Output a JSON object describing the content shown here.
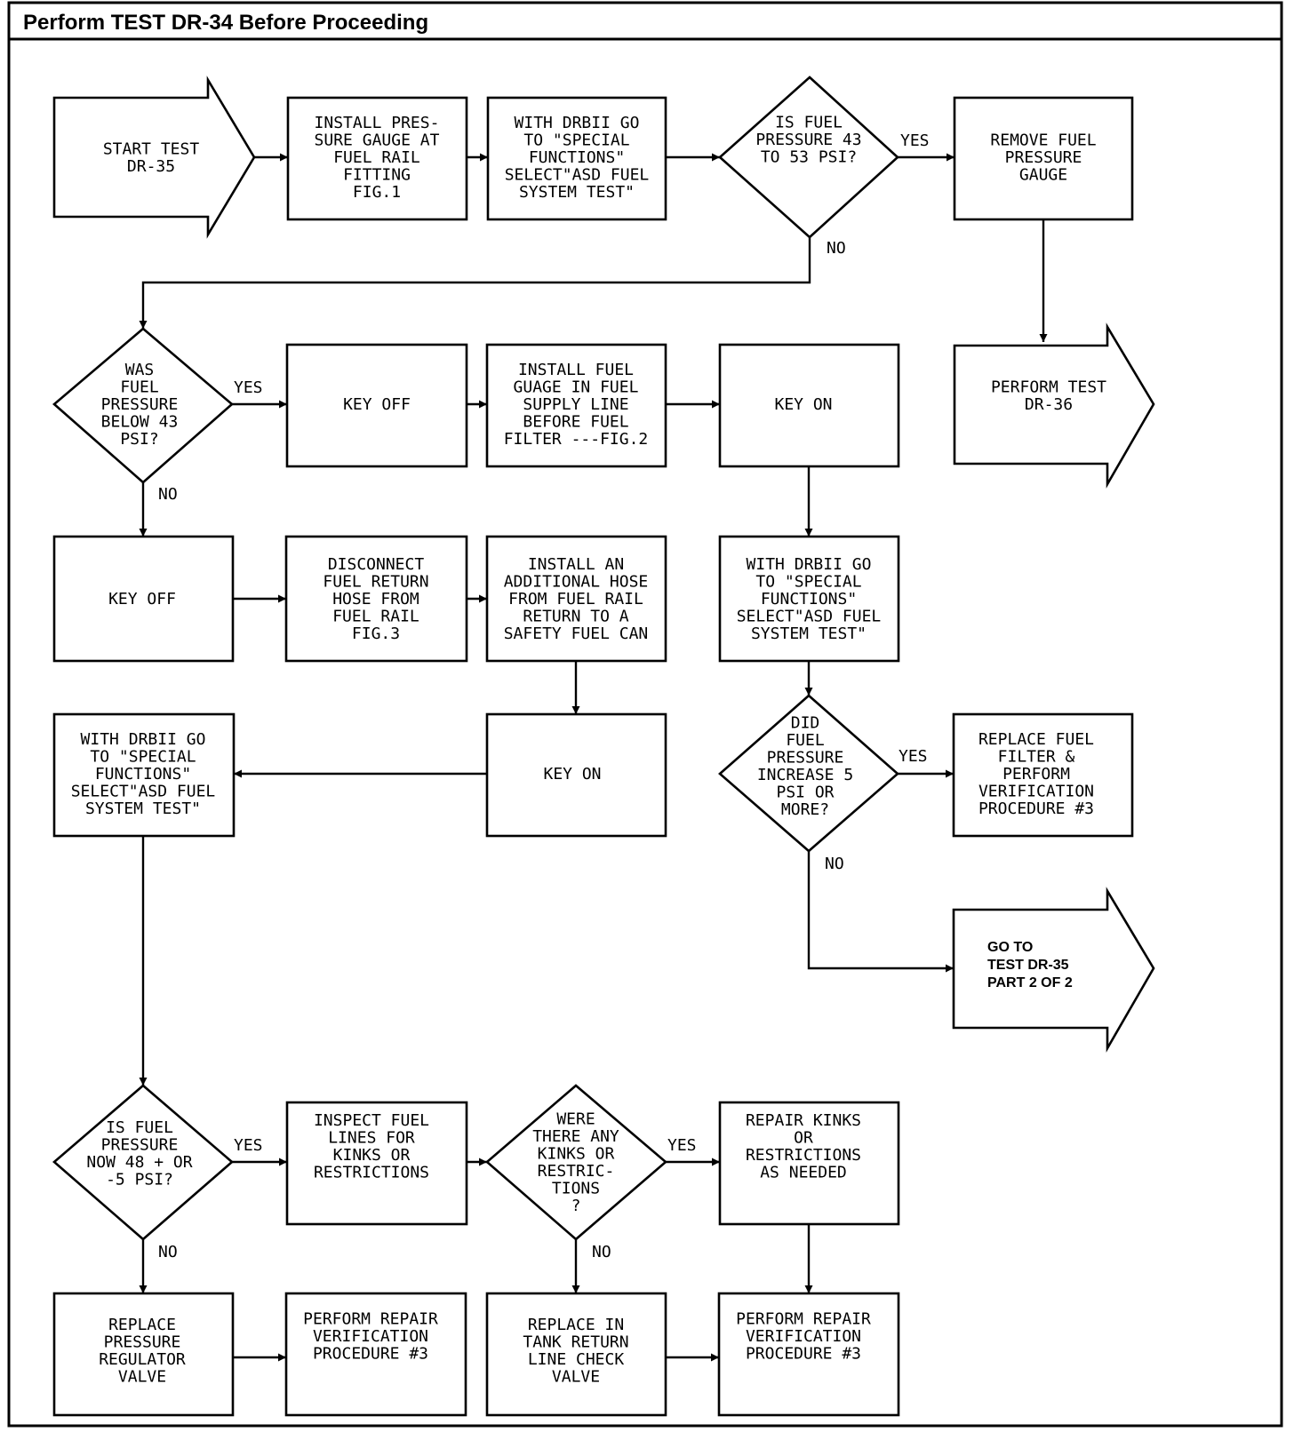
{
  "header": {
    "title": "Perform TEST DR-34 Before Proceeding"
  },
  "nodes": {
    "start": [
      "START TEST",
      "DR-35"
    ],
    "install_gauge": [
      "INSTALL PRES-",
      "SURE GAUGE AT",
      "FUEL RAIL",
      "FITTING",
      "FIG.1"
    ],
    "drbii_select_1": [
      "WITH DRBII GO",
      "TO \"SPECIAL",
      "FUNCTIONS\"",
      "SELECT\"ASD FUEL",
      "SYSTEM TEST\""
    ],
    "pressure_43_53": [
      "IS FUEL",
      "PRESSURE 43",
      "TO 53 PSI?"
    ],
    "remove_gauge": [
      "REMOVE FUEL",
      "PRESSURE",
      "GAUGE"
    ],
    "perform_dr36": [
      "PERFORM TEST",
      "DR-36"
    ],
    "below_43": [
      "WAS",
      "FUEL",
      "PRESSURE",
      "BELOW 43",
      "PSI?"
    ],
    "key_off_1": [
      "KEY OFF"
    ],
    "install_supply_gauge": [
      "INSTALL FUEL",
      "GUAGE IN FUEL",
      "SUPPLY LINE",
      "BEFORE FUEL",
      "FILTER ---FIG.2"
    ],
    "key_on_1": [
      "KEY ON"
    ],
    "key_off_2": [
      "KEY OFF"
    ],
    "disconnect_return": [
      "DISCONNECT",
      "FUEL RETURN",
      "HOSE FROM",
      "FUEL RAIL",
      "FIG.3"
    ],
    "install_hose": [
      "INSTALL AN",
      "ADDITIONAL HOSE",
      "FROM FUEL RAIL",
      "RETURN TO A",
      "SAFETY FUEL CAN"
    ],
    "drbii_select_2": [
      "WITH DRBII GO",
      "TO \"SPECIAL",
      "FUNCTIONS\"",
      "SELECT\"ASD FUEL",
      "SYSTEM TEST\""
    ],
    "drbii_select_3": [
      "WITH DRBII GO",
      "TO \"SPECIAL",
      "FUNCTIONS\"",
      "SELECT\"ASD FUEL",
      "SYSTEM TEST\""
    ],
    "key_on_2": [
      "KEY ON"
    ],
    "increase_5": [
      "DID",
      "FUEL",
      "PRESSURE",
      "INCREASE 5",
      "PSI OR",
      "MORE?"
    ],
    "replace_filter": [
      "REPLACE FUEL",
      "FILTER &",
      "PERFORM",
      "VERIFICATION",
      "PROCEDURE #3"
    ],
    "go_to_part2": [
      "GO TO",
      "TEST DR-35",
      "PART 2 OF 2"
    ],
    "now_48": [
      "IS FUEL",
      "PRESSURE",
      "NOW 48 + OR",
      "-5 PSI?"
    ],
    "inspect_lines": [
      "INSPECT FUEL",
      "LINES FOR",
      "KINKS OR",
      "RESTRICTIONS"
    ],
    "kinks_q": [
      "WERE",
      "THERE ANY",
      "KINKS OR",
      "RESTRIC-",
      "TIONS",
      "?"
    ],
    "repair_kinks": [
      "REPAIR KINKS",
      "OR",
      "RESTRICTIONS",
      "AS NEEDED"
    ],
    "replace_regulator": [
      "REPLACE",
      "PRESSURE",
      "REGULATOR",
      "VALVE"
    ],
    "verify_1": [
      "PERFORM REPAIR",
      "VERIFICATION",
      "PROCEDURE #3"
    ],
    "replace_check_valve": [
      "REPLACE IN",
      "TANK RETURN",
      "LINE CHECK",
      "VALVE"
    ],
    "verify_2": [
      "PERFORM REPAIR",
      "VERIFICATION",
      "PROCEDURE #3"
    ]
  },
  "edge_labels": {
    "yes_43_53": "YES",
    "no_43_53": "NO",
    "yes_below_43": "YES",
    "no_below_43": "NO",
    "yes_increase": "YES",
    "no_increase": "NO",
    "yes_now_48": "YES",
    "no_now_48": "NO",
    "yes_kinks": "YES",
    "no_kinks": "NO"
  }
}
